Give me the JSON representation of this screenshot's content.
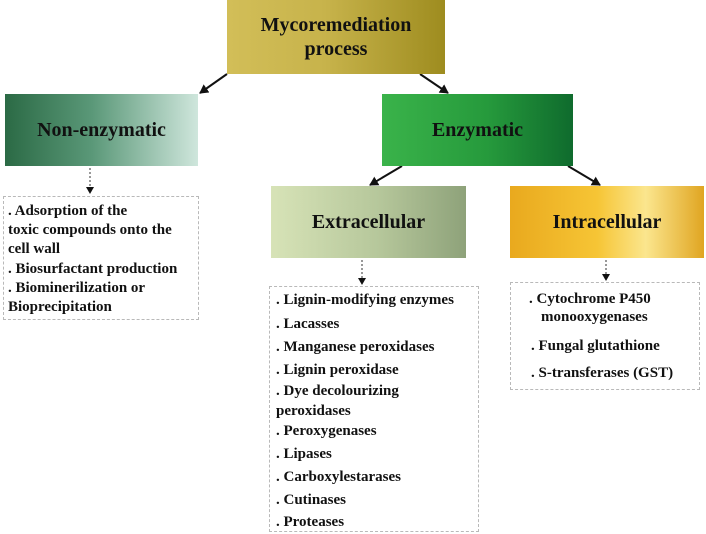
{
  "diagram": {
    "root": {
      "line1": "Mycoremediation",
      "line2": "process"
    },
    "non_enzymatic": {
      "title": "Non-enzymatic",
      "items": [
        ". Adsorption of the",
        "toxic compounds onto the",
        "cell wall",
        ". Biosurfactant production",
        ". Biominerilization or",
        "Bioprecipitation"
      ]
    },
    "enzymatic": {
      "title": "Enzymatic"
    },
    "extracellular": {
      "title": "Extracellular",
      "items": [
        ". Lignin-modifying enzymes",
        ". Lacasses",
        ". Manganese peroxidases",
        ". Lignin peroxidase",
        ". Dye decolourizing",
        "peroxidases",
        ". Peroxygenases",
        ". Lipases",
        ". Carboxylestarases",
        ". Cutinases",
        ". Proteases"
      ]
    },
    "intracellular": {
      "title": "Intracellular",
      "items": [
        ". Cytochrome P450",
        "monooxygenases",
        ". Fungal glutathione",
        ". S-transferases (GST)"
      ]
    }
  }
}
